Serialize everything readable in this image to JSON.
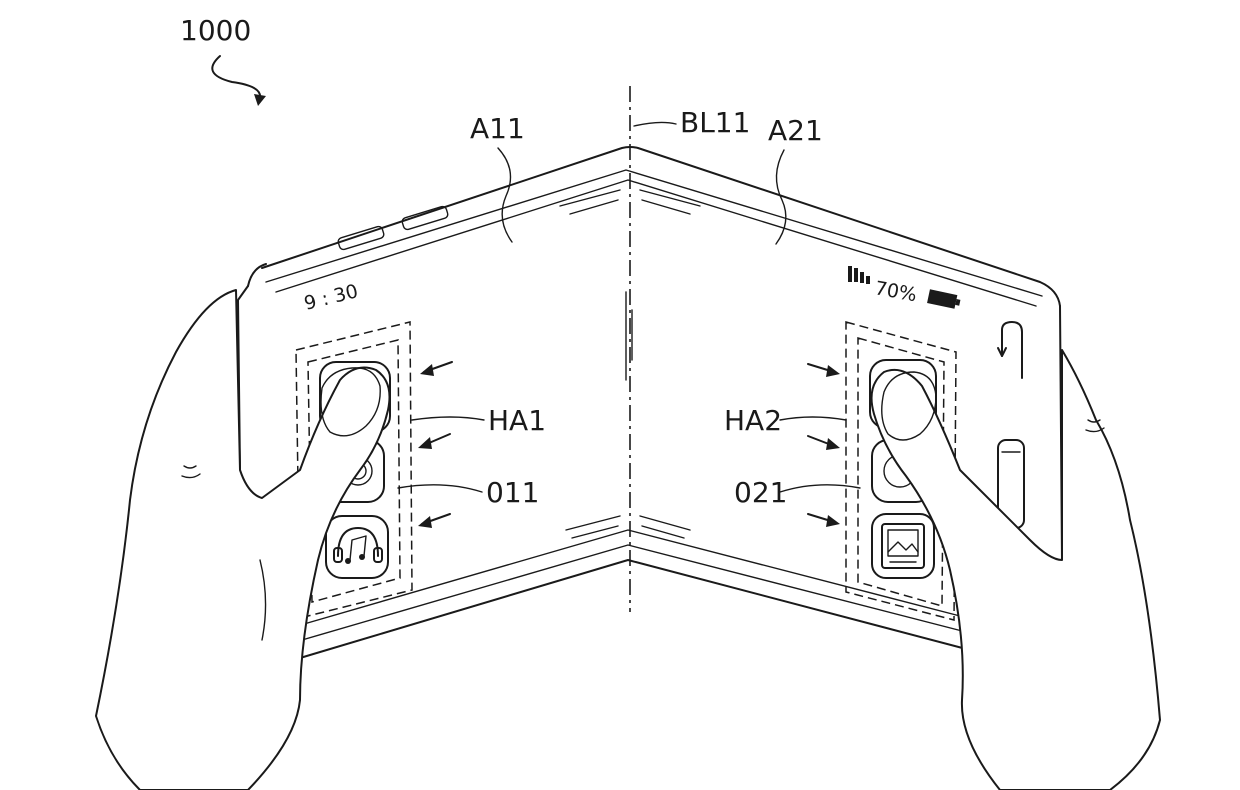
{
  "labels": {
    "ref_device": "1000",
    "area_left": "A11",
    "bending_line": "BL11",
    "area_right": "A21",
    "hold_area_left": "HA1",
    "hold_area_right": "HA2",
    "object_left": "011",
    "object_right": "021"
  },
  "status": {
    "time": "9 : 30",
    "battery": "70%"
  },
  "icons": {
    "left_top": "app-icon",
    "left_middle": "camera-icon",
    "left_bottom": "music-headphones-icon",
    "right_top": "app-icon",
    "right_middle": "clock-icon",
    "right_bottom": "gallery-icon"
  }
}
